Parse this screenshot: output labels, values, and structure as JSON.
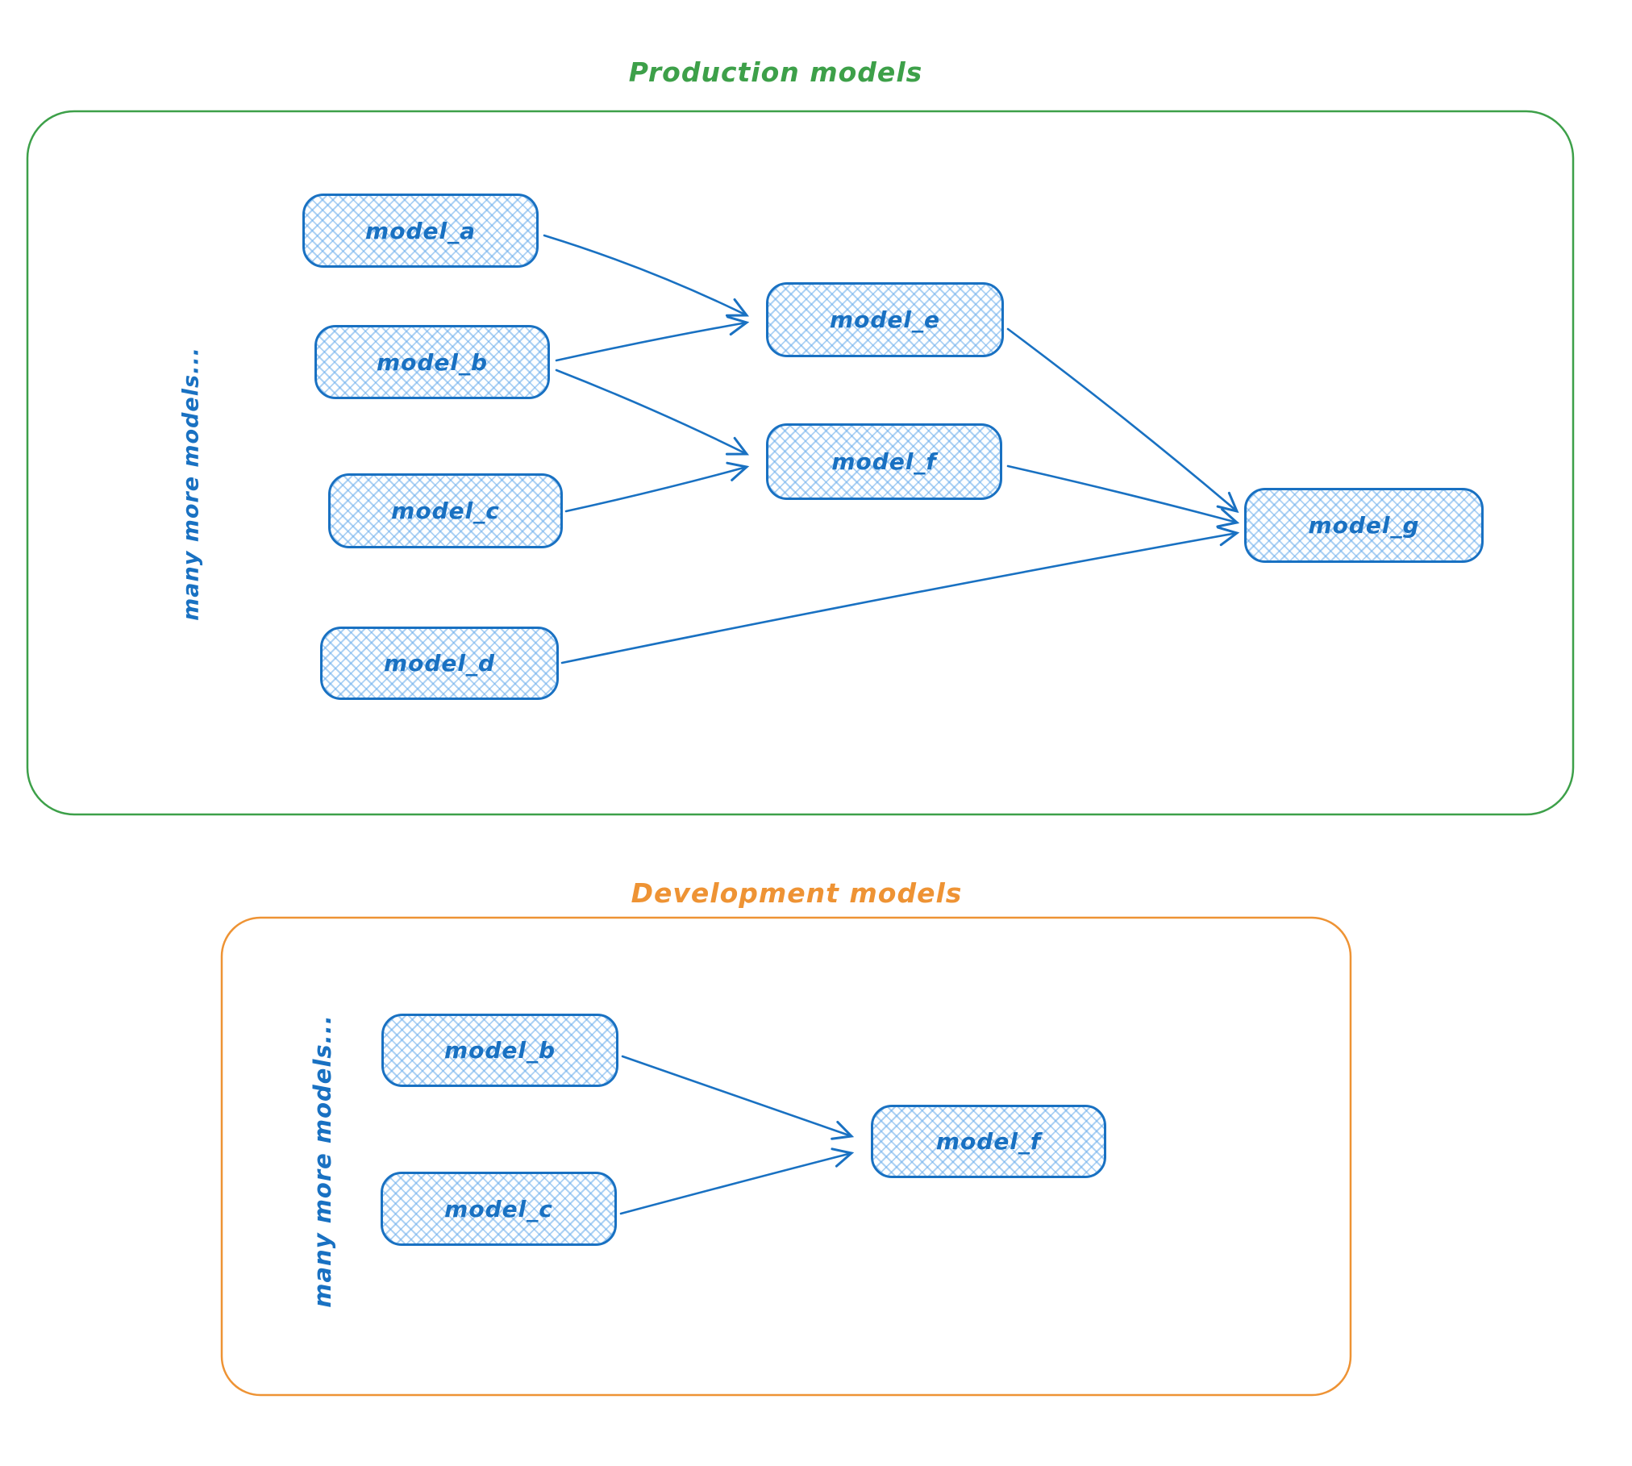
{
  "colors": {
    "arrow": "#1971c2",
    "node_stroke": "#1971c2",
    "node_label": "#1971c2",
    "production_border": "#3da049",
    "production_title": "#3da049",
    "development_border": "#ee9334",
    "development_title": "#ee9334"
  },
  "production": {
    "title": "Production models",
    "vertical_label": "many more models...",
    "nodes": [
      {
        "id": "model_a",
        "label": "model_a"
      },
      {
        "id": "model_b",
        "label": "model_b"
      },
      {
        "id": "model_c",
        "label": "model_c"
      },
      {
        "id": "model_d",
        "label": "model_d"
      },
      {
        "id": "model_e",
        "label": "model_e"
      },
      {
        "id": "model_f",
        "label": "model_f"
      },
      {
        "id": "model_g",
        "label": "model_g"
      }
    ],
    "edges": [
      {
        "from": "model_a",
        "to": "model_e"
      },
      {
        "from": "model_b",
        "to": "model_e"
      },
      {
        "from": "model_b",
        "to": "model_f"
      },
      {
        "from": "model_c",
        "to": "model_f"
      },
      {
        "from": "model_e",
        "to": "model_g"
      },
      {
        "from": "model_f",
        "to": "model_g"
      },
      {
        "from": "model_d",
        "to": "model_g"
      }
    ]
  },
  "development": {
    "title": "Development models",
    "vertical_label": "many more models...",
    "nodes": [
      {
        "id": "model_b",
        "label": "model_b"
      },
      {
        "id": "model_c",
        "label": "model_c"
      },
      {
        "id": "model_f",
        "label": "model_f"
      }
    ],
    "edges": [
      {
        "from": "model_b",
        "to": "model_f"
      },
      {
        "from": "model_c",
        "to": "model_f"
      }
    ]
  }
}
